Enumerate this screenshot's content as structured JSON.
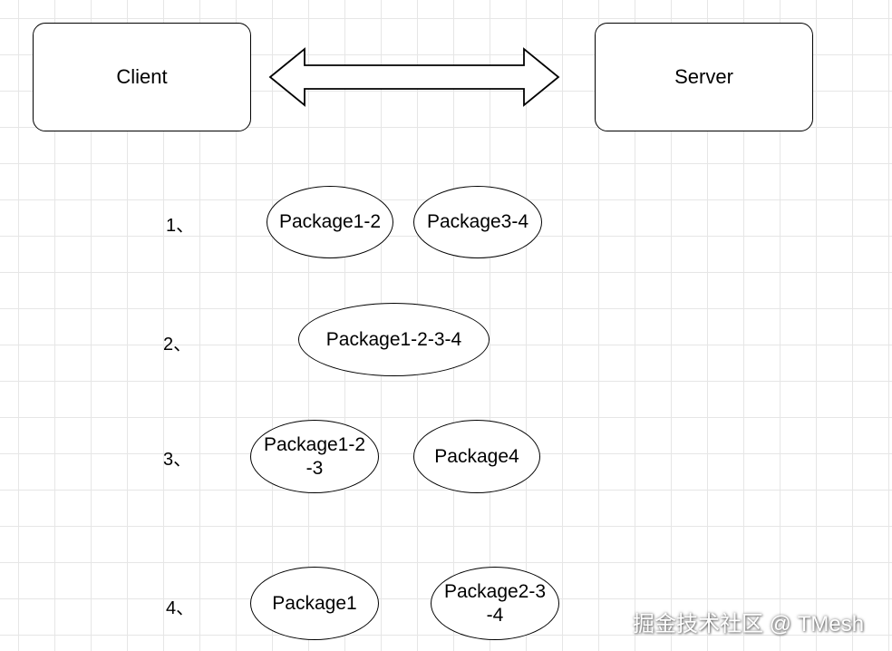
{
  "nodes": {
    "client": "Client",
    "server": "Server"
  },
  "steps": [
    {
      "label": "1、",
      "packages": [
        "Package1-2",
        "Package3-4"
      ]
    },
    {
      "label": "2、",
      "packages": [
        "Package1-2-3-4"
      ]
    },
    {
      "label": "3、",
      "packages": [
        "Package1-2-3",
        "Package4"
      ]
    },
    {
      "label": "4、",
      "packages": [
        "Package1",
        "Package2-3-4"
      ]
    }
  ],
  "watermark": "掘金技术社区 @ TMesh",
  "colors": {
    "stroke": "#000000",
    "grid": "#e6e6e6",
    "background": "#ffffff"
  }
}
